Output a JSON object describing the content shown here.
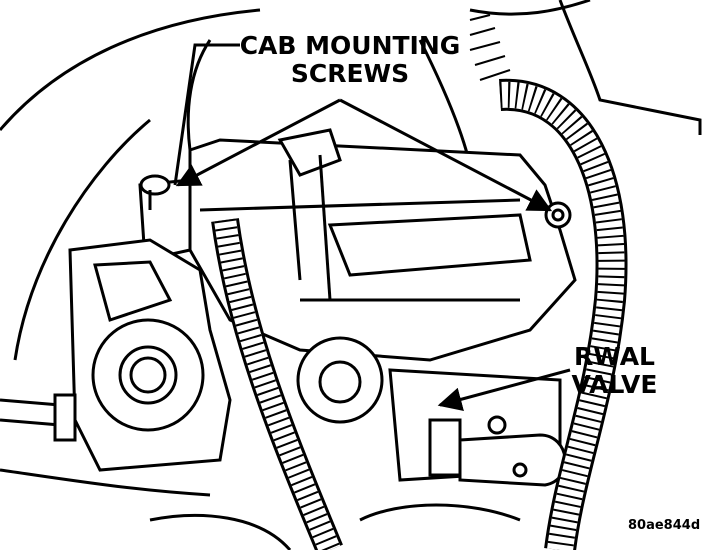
{
  "labels": {
    "cab_line1": "CAB MOUNTING",
    "cab_line2": "SCREWS",
    "rwal_line1": "RWAL",
    "rwal_line2": "VALVE"
  },
  "figure_code": "80ae844d",
  "colors": {
    "ink": "#000000",
    "paper": "#ffffff"
  }
}
